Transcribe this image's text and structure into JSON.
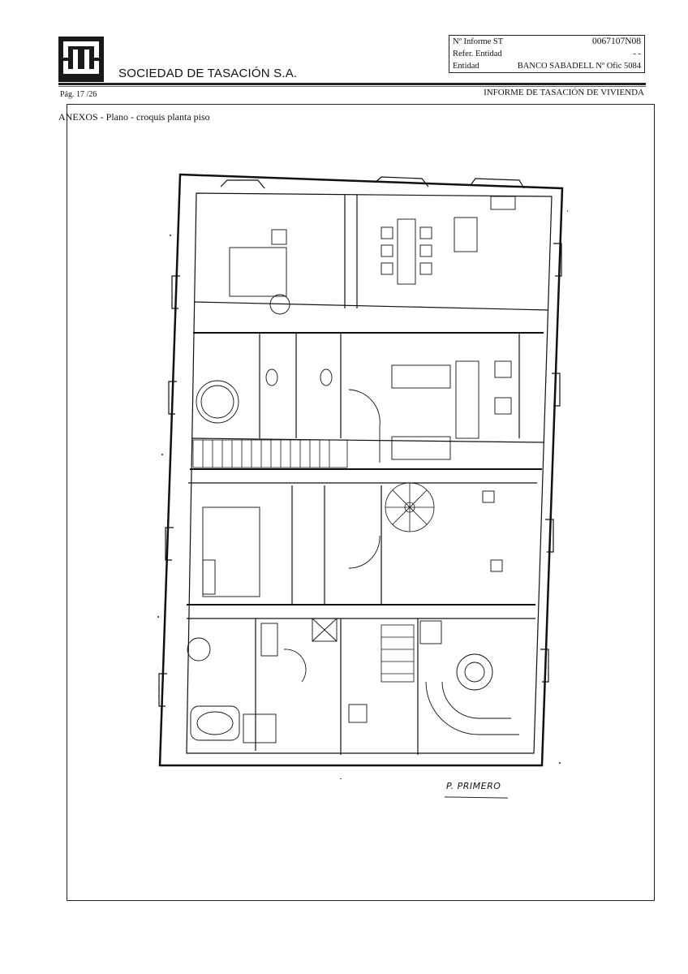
{
  "header": {
    "company": "SOCIEDAD DE TASACIÓN S.A.",
    "logo_icon": "st-logo-icon",
    "info": [
      {
        "label": "Nº Informe ST",
        "value": "0067107N08"
      },
      {
        "label": "Refer. Entidad",
        "value": "- -"
      },
      {
        "label": "Entidad",
        "value": "BANCO SABADELL  Nº Ofic  5084"
      }
    ],
    "page": "Pág.  17 /26",
    "doc_type": "INFORME DE TASACIÓN DE VIVIENDA"
  },
  "content": {
    "section_title": "ANEXOS -  Plano -  croquis planta piso",
    "plan_label": "P. PRIMERO"
  }
}
